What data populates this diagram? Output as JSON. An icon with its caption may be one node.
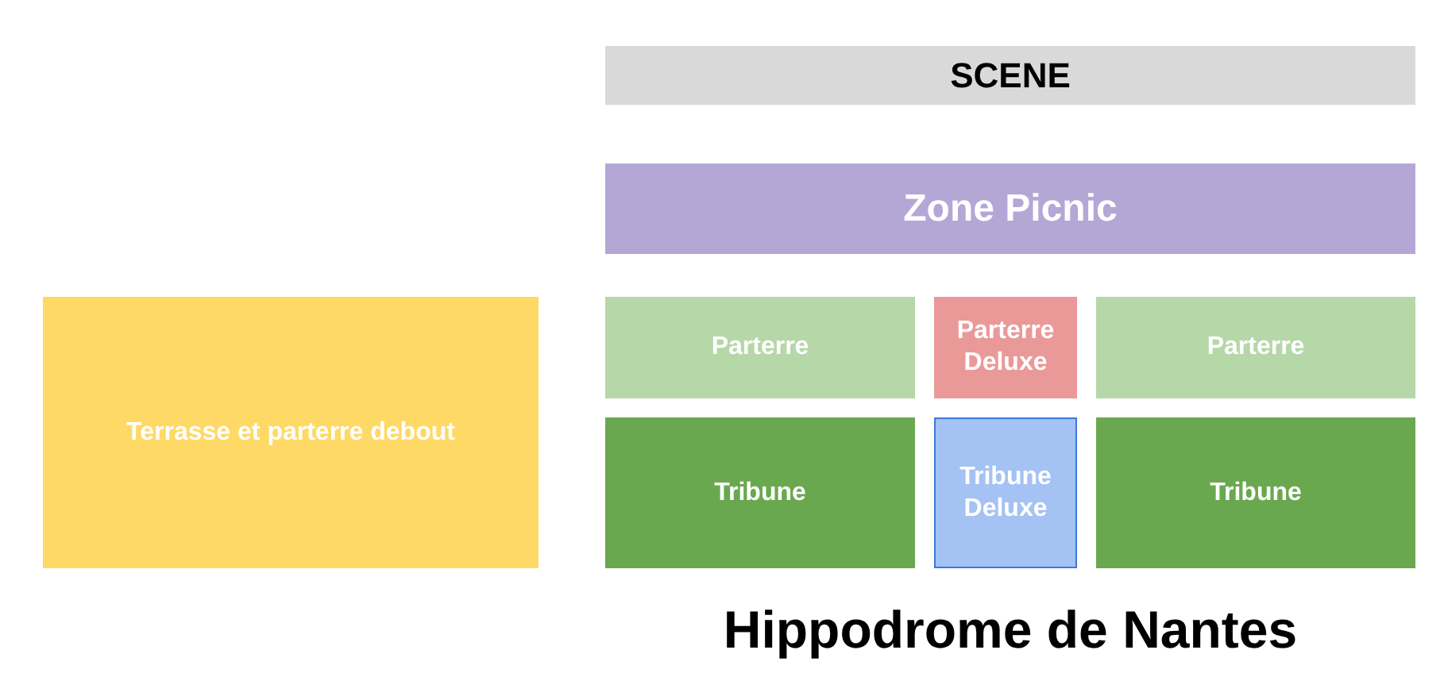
{
  "diagram": {
    "title": "Hippodrome de Nantes",
    "nodes": [
      {
        "text": [
          "SCENE"
        ]
      },
      {
        "text": [
          "Zone Picnic"
        ]
      },
      {
        "text": [
          "Terrasse et parterre debout"
        ]
      },
      {
        "text": [
          "Parterre"
        ]
      },
      {
        "text": [
          "Parterre Deluxe"
        ]
      },
      {
        "text": [
          "Parterre"
        ]
      },
      {
        "text": [
          "Tribune"
        ]
      },
      {
        "text": [
          "Tribune Deluxe"
        ]
      },
      {
        "text": [
          "Tribune"
        ]
      }
    ]
  }
}
